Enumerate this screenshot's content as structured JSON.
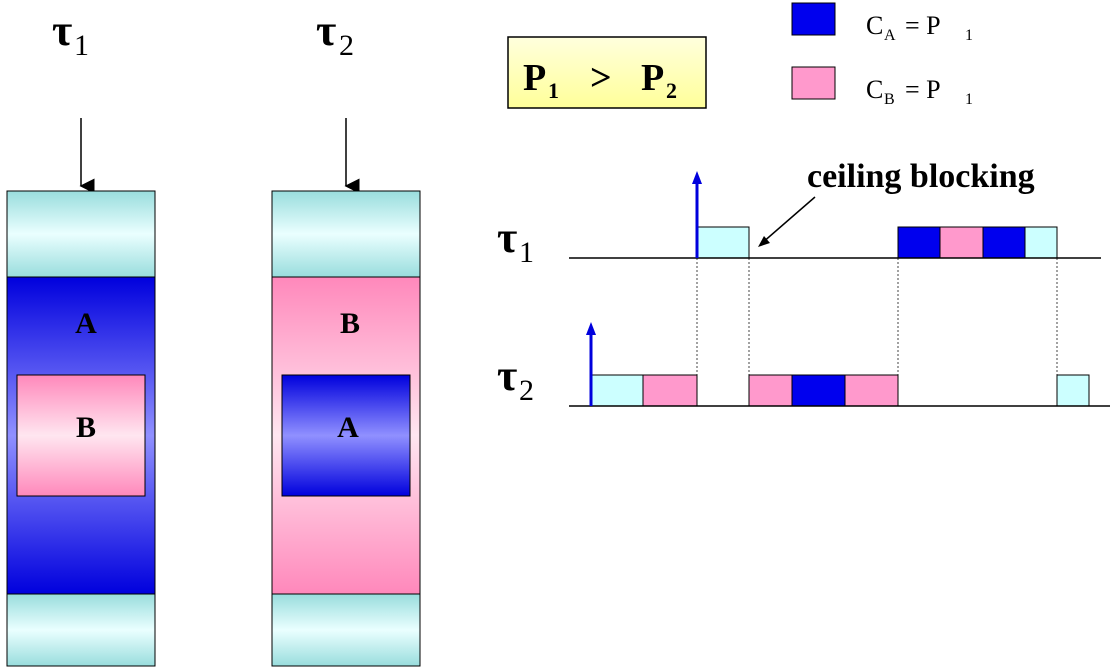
{
  "left_tasks": [
    {
      "name": "τ",
      "sub": "1",
      "outer": "A",
      "inner": "B"
    },
    {
      "name": "τ",
      "sub": "2",
      "outer": "B",
      "inner": "A"
    }
  ],
  "priority_box": {
    "p1": "P",
    "p1_sub": "1",
    "op": ">",
    "p2": "P",
    "p2_sub": "2"
  },
  "legend": [
    {
      "c": "C",
      "c_sub": "A",
      "eq": "= P",
      "p_sub": "1",
      "color": "#0000ee"
    },
    {
      "c": "C",
      "c_sub": "B",
      "eq": "= P",
      "p_sub": "1",
      "color": "#ff99cc"
    }
  ],
  "timeline": {
    "rows": [
      {
        "name": "τ",
        "sub": "1"
      },
      {
        "name": "τ",
        "sub": "2"
      }
    ],
    "annotation": "ceiling blocking"
  },
  "colors": {
    "cyan": "#ccffff",
    "blue": "#0000ee",
    "pink": "#ff99cc",
    "arrow_blue": "#0000dd",
    "priority_bg": "#ffffcc"
  }
}
